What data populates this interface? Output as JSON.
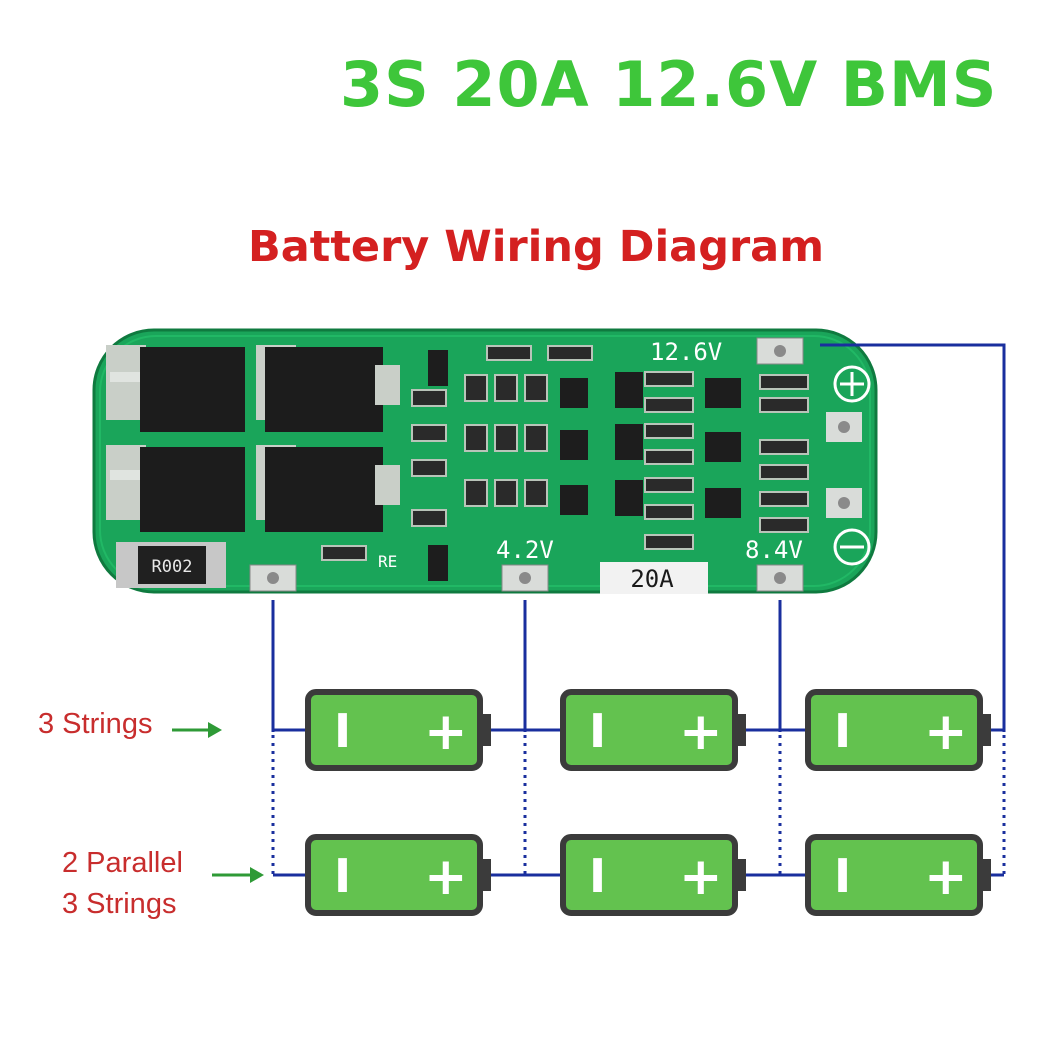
{
  "title": "3S 20A 12.6V BMS",
  "subtitle": "Battery Wiring Diagram",
  "board": {
    "labels": {
      "v_total": "12.6V",
      "v_tap1": "4.2V",
      "v_tap2": "8.4V",
      "current": "20A",
      "shunt": "R002",
      "re": "RE",
      "positive_symbol": "+",
      "negative_symbol": "−"
    }
  },
  "rows": [
    {
      "label_lines": [
        "3 Strings"
      ]
    },
    {
      "label_lines": [
        "2 Parallel",
        "3 Strings"
      ]
    }
  ],
  "battery": {
    "minus_symbol": "I",
    "plus_symbol": "+"
  },
  "colors": {
    "title": "#3ec63a",
    "subtitle": "#d42020",
    "label": "#c82d2d",
    "arrow": "#2e9a36",
    "wire": "#1a2f9e",
    "battery_fill": "#63c24f",
    "battery_border": "#3b3b3b",
    "pcb": "#1aa55a"
  }
}
